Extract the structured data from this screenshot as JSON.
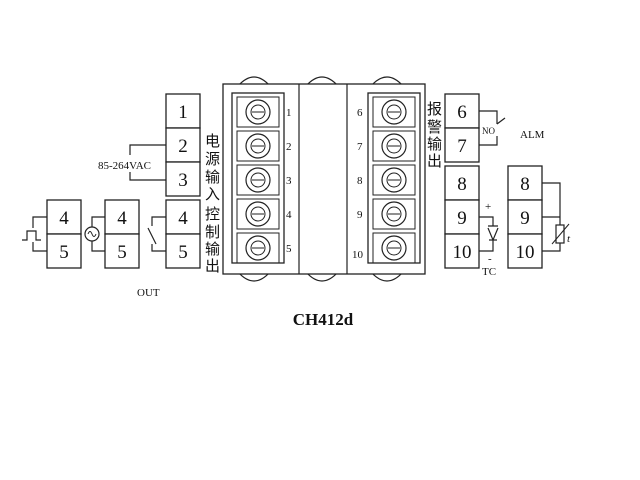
{
  "model": "CH412d",
  "left_terminals": [
    "1",
    "2",
    "3",
    "4",
    "5"
  ],
  "right_terminals": [
    "6",
    "7",
    "8",
    "9",
    "10"
  ],
  "device_left_pins": [
    "1",
    "2",
    "3",
    "4",
    "5"
  ],
  "device_right_pins": [
    "6",
    "7",
    "8",
    "9",
    "10"
  ],
  "power_label": "85-264VAC",
  "out_label": "OUT",
  "output_options": {
    "a": [
      "4",
      "5"
    ],
    "b": [
      "4",
      "5"
    ]
  },
  "left_vertical_text": {
    "power": [
      "电",
      "源",
      "输",
      "入"
    ],
    "control": [
      "控",
      "制",
      "输",
      "出"
    ]
  },
  "right_vertical_text": {
    "alarm": [
      "报",
      "警",
      "输",
      "出"
    ]
  },
  "alarm": {
    "label": "ALM",
    "contact": "NO"
  },
  "thermocouple": {
    "label": "TC",
    "plus": "+",
    "minus": "-"
  },
  "rtd": {
    "terminals": [
      "8",
      "9",
      "10"
    ],
    "symbol": "t"
  }
}
